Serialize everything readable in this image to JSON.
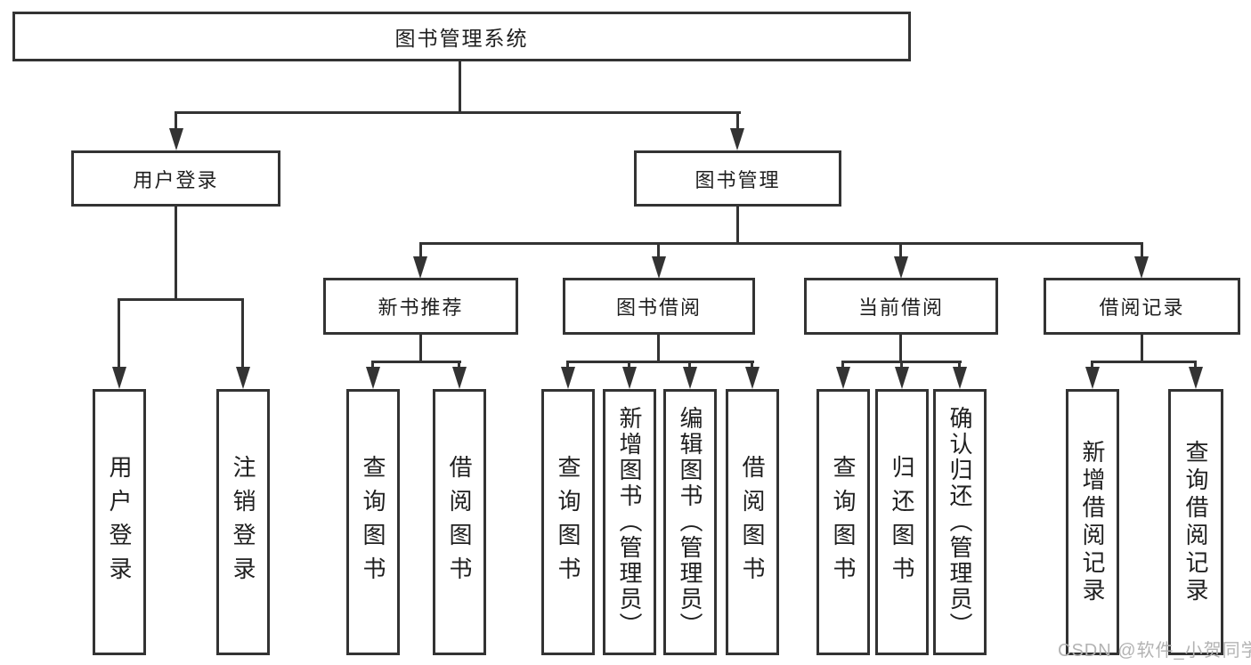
{
  "colors": {
    "line": "#333333",
    "text": "#1f1f1f",
    "watermark": "#b3b3b3",
    "background": "#ffffff"
  },
  "watermark": {
    "text": "CSDN @软件_小贺同学"
  },
  "tree": {
    "label": "图书管理系统",
    "children": [
      {
        "label": "用户登录",
        "children": [
          {
            "label": "用户登录"
          },
          {
            "label": "注销登录"
          }
        ]
      },
      {
        "label": "图书管理",
        "children": [
          {
            "label": "新书推荐",
            "children": [
              {
                "label": "查询图书"
              },
              {
                "label": "借阅图书"
              }
            ]
          },
          {
            "label": "图书借阅",
            "children": [
              {
                "label": "查询图书"
              },
              {
                "label": "新增图书（管理员）"
              },
              {
                "label": "编辑图书（管理员）"
              },
              {
                "label": "借阅图书"
              }
            ]
          },
          {
            "label": "当前借阅",
            "children": [
              {
                "label": "查询图书"
              },
              {
                "label": "归还图书"
              },
              {
                "label": "确认归还（管理员）"
              }
            ]
          },
          {
            "label": "借阅记录",
            "children": [
              {
                "label": "新增借阅记录"
              },
              {
                "label": "查询借阅记录"
              }
            ]
          }
        ]
      }
    ]
  }
}
